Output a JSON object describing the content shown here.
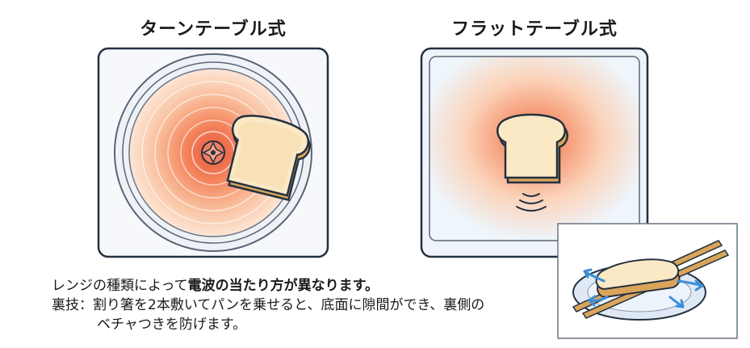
{
  "left_panel": {
    "title": "ターンテーブル式"
  },
  "right_panel": {
    "title": "フラットテーブル式"
  },
  "caption": {
    "line1_prefix": "レンジの種類によって",
    "line1_highlight": "電波の当たり方が異なります。",
    "line2": "裏技：割り箸を2本敷いてパンを乗せると、底面に隙間ができ、裏側の",
    "line3": "ベチャつきを防げます。"
  },
  "colors": {
    "outline": "#233040",
    "heat_core": "#e8553a",
    "heat_glow": "#f9b890",
    "bread_crust": "#d9a55a",
    "bread_crumb": "#fbe8c4",
    "plate": "#dfe9f5",
    "arrow": "#3b8ed8"
  }
}
